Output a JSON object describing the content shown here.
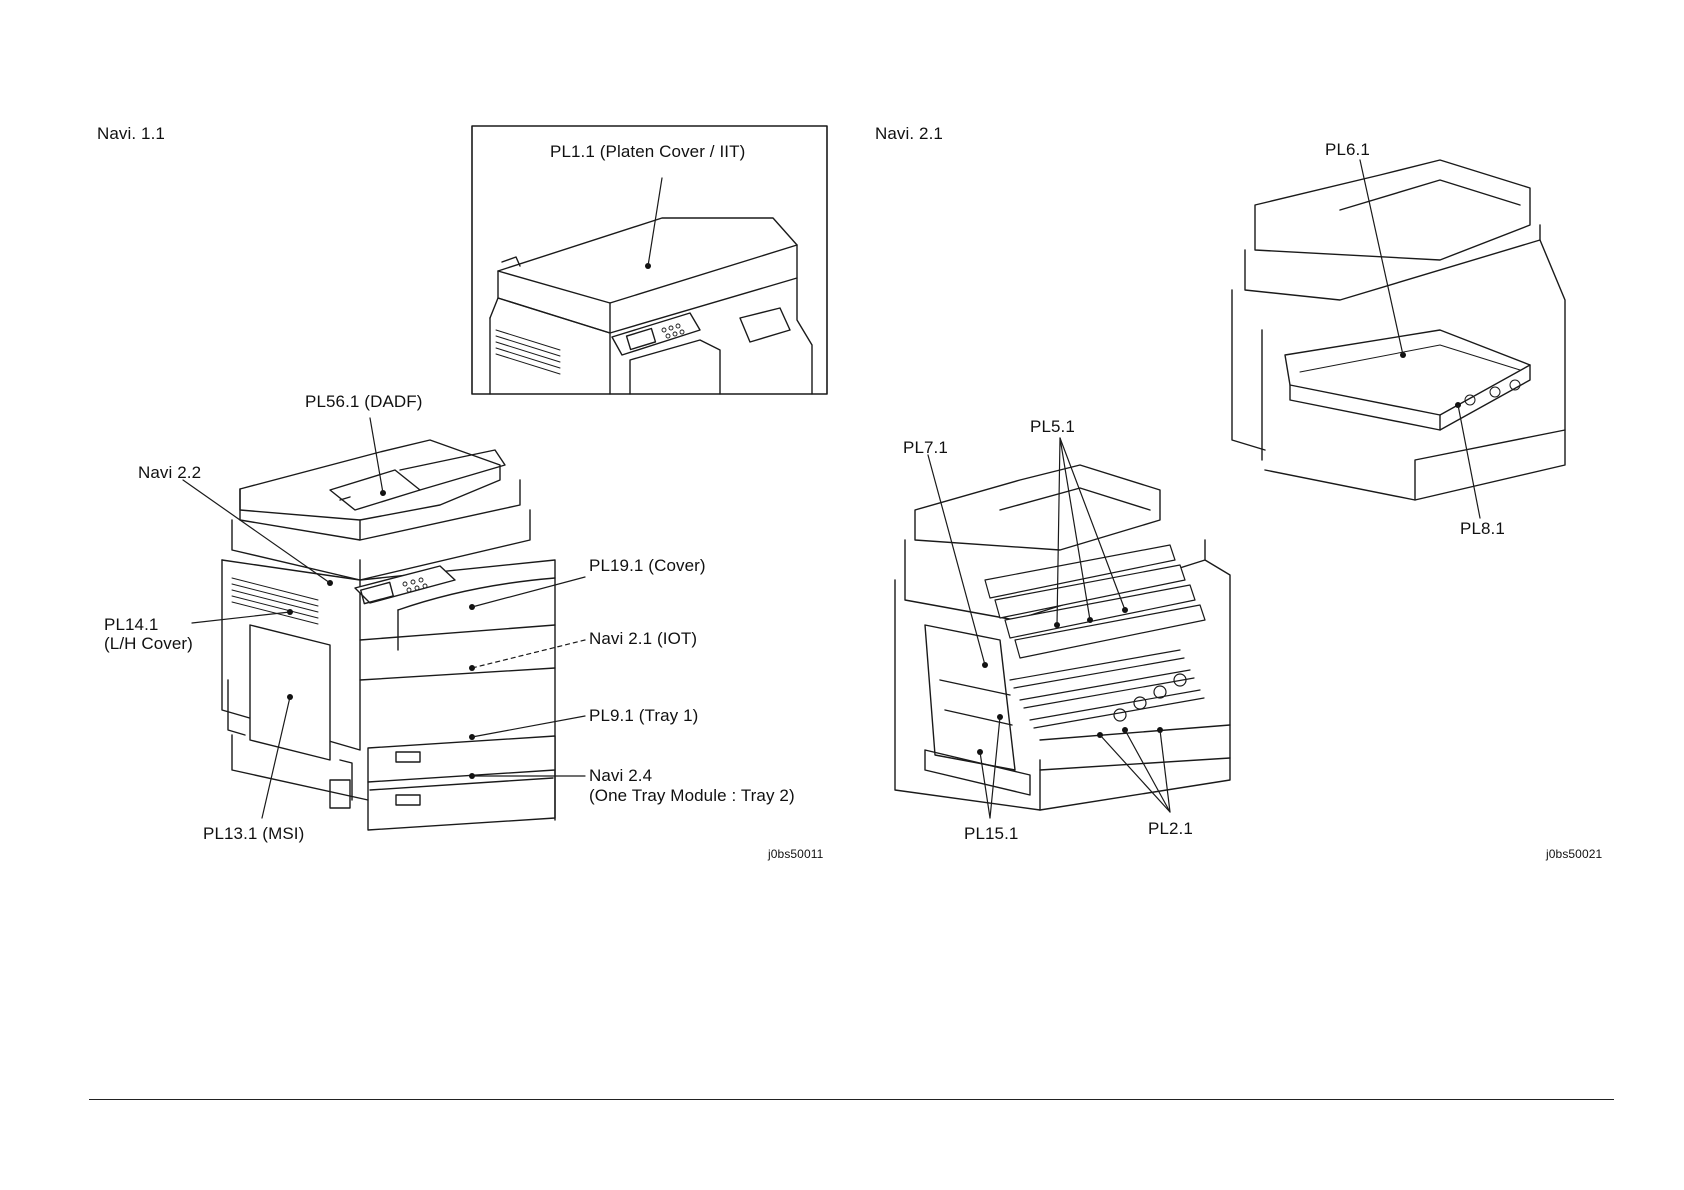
{
  "left_panel": {
    "heading": "Navi. 1.1",
    "inset_label": "PL1.1 (Platen Cover / IIT)",
    "labels": {
      "dadf": "PL56.1 (DADF)",
      "navi22": "Navi 2.2",
      "lh_cover_line1": "PL14.1",
      "lh_cover_line2": "(L/H Cover)",
      "cover": "PL19.1 (Cover)",
      "iot": "Navi 2.1 (IOT)",
      "tray1": "PL9.1 (Tray 1)",
      "navi24_line1": "Navi 2.4",
      "navi24_line2": "(One Tray Module : Tray 2)",
      "msi": "PL13.1 (MSI)"
    },
    "figure_id": "j0bs50011"
  },
  "right_panel": {
    "heading": "Navi. 2.1",
    "labels": {
      "pl61": "PL6.1",
      "pl81": "PL8.1",
      "pl51": "PL5.1",
      "pl71": "PL7.1",
      "pl151": "PL15.1",
      "pl21": "PL2.1"
    },
    "figure_id": "j0bs50021"
  }
}
